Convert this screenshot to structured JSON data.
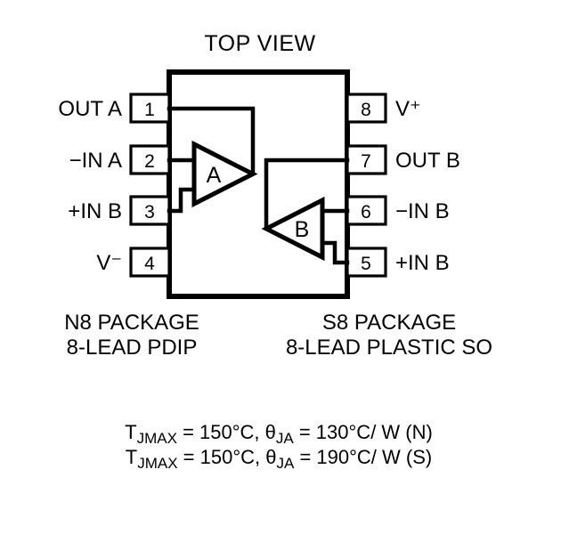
{
  "title": "TOP VIEW",
  "pins": {
    "left": [
      {
        "num": "1",
        "label": "OUT A"
      },
      {
        "num": "2",
        "label": "−IN A"
      },
      {
        "num": "3",
        "label": "+IN B"
      },
      {
        "num": "4",
        "label": "V⁻"
      }
    ],
    "right": [
      {
        "num": "8",
        "label": "V⁺"
      },
      {
        "num": "7",
        "label": "OUT B"
      },
      {
        "num": "6",
        "label": "−IN B"
      },
      {
        "num": "5",
        "label": "+IN B"
      }
    ]
  },
  "opamps": {
    "a": "A",
    "b": "B"
  },
  "packages": {
    "left": {
      "line1": "N8 PACKAGE",
      "line2": "8-LEAD PDIP"
    },
    "right": {
      "line1": "S8 PACKAGE",
      "line2": "8-LEAD PLASTIC SO"
    }
  },
  "thermal": {
    "line1": {
      "p1": "T",
      "sub1": "JMAX",
      "p2": " = 150°C, θ",
      "sub2": "JA",
      "p3": " = 130°C/ W (N)"
    },
    "line2": {
      "p1": "T",
      "sub1": "JMAX",
      "p2": " = 150°C, θ",
      "sub2": "JA",
      "p3": " = 190°C/ W (S)"
    }
  },
  "colors": {
    "ink": "#000000",
    "background": "#ffffff"
  }
}
